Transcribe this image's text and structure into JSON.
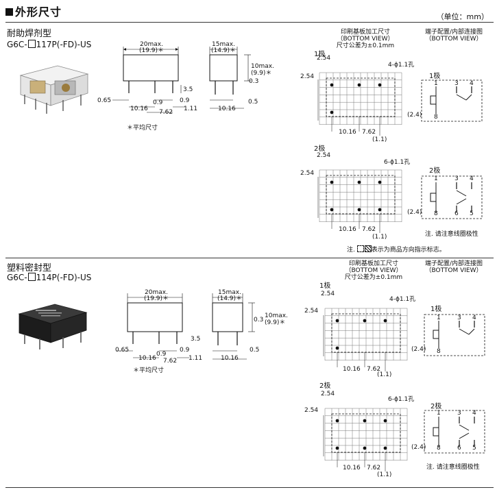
{
  "header": {
    "title": "外形尺寸",
    "unit": "（单位：mm）"
  },
  "sections": [
    {
      "name": "耐助焊剂型",
      "model_prefix": "G6C-",
      "model_suffix": "117P(-FD)-US",
      "front": {
        "width": "20max.",
        "width2": "(19.9)＊",
        "d065": "0.65",
        "d35": "3.5",
        "d09": "0.9",
        "d1016": "10.16",
        "d762": "7.62",
        "d111": "1.11"
      },
      "side": {
        "width": "15max.",
        "width2": "(14.9)＊",
        "d03": "0.3",
        "h": "10max.",
        "h2": "(9.9)＊",
        "d05": "0.5",
        "d1016": "10.16"
      },
      "avg_note": "＊平均尺寸",
      "pcb_title": "印刷基板加工尺寸",
      "pcb_view": "（BOTTOM VIEW）",
      "pcb_tol": "尺寸公差为±0.1mm",
      "term_title": "端子配置/内部连接图",
      "term_view": "（BOTTOM VIEW）",
      "pole1": "1极",
      "pole2": "2极",
      "pcb1": {
        "pitch": "2.54",
        "pitch2": "2.54",
        "hole": "4-ϕ1.1孔",
        "d24": "(2.4)",
        "d1016": "10.16",
        "d762": "7.62",
        "d11": "(1.1)"
      },
      "pcb2": {
        "pitch": "2.54",
        "pitch2": "2.54",
        "hole": "6-ϕ1.1孔",
        "d24": "(2.4)",
        "d1016": "10.16",
        "d762": "7.62",
        "d11": "(1.1)"
      },
      "pins1": {
        "p1": "1",
        "p3": "3",
        "p4": "4",
        "p8": "8"
      },
      "pins2": {
        "p1": "1",
        "p3": "3",
        "p4": "4",
        "p8": "8",
        "p6": "6",
        "p5": "5"
      },
      "polarity_note": "注. 请注意线圈极性",
      "mark_note_a": "注.",
      "mark_note_b": "表示为商品方向指示标志。"
    },
    {
      "name": "塑料密封型",
      "model_prefix": "G6C-",
      "model_suffix": "114P(-FD)-US",
      "front": {
        "width": "20max.",
        "width2": "(19.9)＊",
        "d065": "0.65",
        "d35": "3.5",
        "d09": "0.9",
        "d1016": "10.16",
        "d762": "7.62",
        "d111": "1.11"
      },
      "side": {
        "width": "15max.",
        "width2": "(14.9)＊",
        "d03": "0.3",
        "h": "10max.",
        "h2": "(9.9)＊",
        "d05": "0.5",
        "d1016": "10.16"
      },
      "avg_note": "＊平均尺寸",
      "pcb_title": "印刷基板加工尺寸",
      "pcb_view": "（BOTTOM VIEW）",
      "pcb_tol": "尺寸公差为±0.1mm",
      "term_title": "端子配置/内部连接图",
      "term_view": "（BOTTOM VIEW）",
      "pole1": "1极",
      "pole2": "2极",
      "pcb1": {
        "pitch": "2.54",
        "pitch2": "2.54",
        "hole": "4-ϕ1.1孔",
        "d24": "(2.4)",
        "d1016": "10.16",
        "d762": "7.62",
        "d11": "(1.1)"
      },
      "pcb2": {
        "pitch": "2.54",
        "pitch2": "2.54",
        "hole": "6-ϕ1.1孔",
        "d24": "(2.4)",
        "d1016": "10.16",
        "d762": "7.62",
        "d11": "(1.1)"
      },
      "pins1": {
        "p1": "1",
        "p3": "3",
        "p4": "4",
        "p8": "8"
      },
      "pins2": {
        "p1": "1",
        "p3": "3",
        "p4": "4",
        "p8": "8",
        "p6": "6",
        "p5": "5"
      },
      "polarity_note": "注. 请注意线圈极性"
    }
  ]
}
